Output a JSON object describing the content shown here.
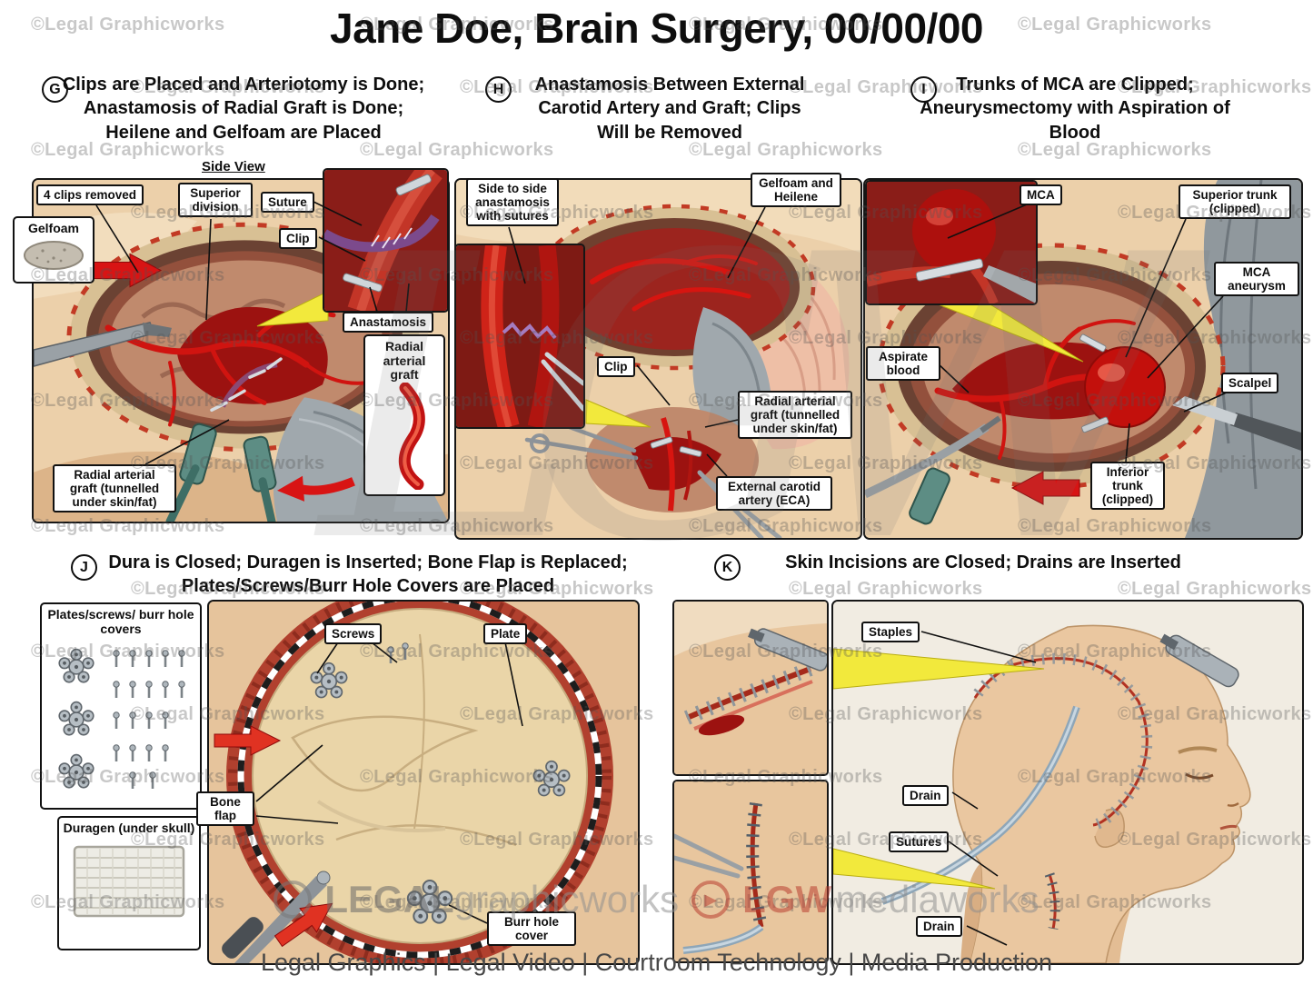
{
  "title": "Jane Doe, Brain Surgery, 00/00/00",
  "footer_tagline": "Legal Graphics | Legal Video | Courtroom Technology | Media Production",
  "watermark": {
    "tile_text": "©Legal Graphicworks",
    "monogram": "LGW",
    "brand_legal": "LEGAL",
    "brand_graphicworks": "graphicworks",
    "brand_lgw": "LGW",
    "brand_mediaworks": "mediaworks"
  },
  "panels": {
    "g": {
      "letter": "G",
      "caption": "Clips are Placed and Arteriotomy is Done; Anastamosis of Radial Graft is Done; Heilene and Gelfoam are Placed",
      "inset_title": "Side View",
      "labels": {
        "clips_removed": "4 clips removed",
        "superior_division": "Superior division",
        "suture": "Suture",
        "clip": "Clip",
        "gelfoam": "Gelfoam",
        "anastamosis": "Anastamosis",
        "radial_graft": "Radial arterial graft",
        "radial_graft_tunnelled": "Radial arterial graft (tunnelled under skin/fat)"
      }
    },
    "h": {
      "letter": "H",
      "caption": "Anastamosis Between External Carotid Artery and Graft; Clips Will be Removed",
      "labels": {
        "side_to_side": "Side to side anastamosis with sutures",
        "gelfoam_heilene": "Gelfoam and Heilene",
        "clip": "Clip",
        "radial_graft_tunnelled": "Radial arterial graft (tunnelled under skin/fat)",
        "external_carotid": "External carotid artery (ECA)"
      }
    },
    "i": {
      "letter": "I",
      "caption": "Trunks of MCA are Clipped; Aneurysmectomy with Aspiration of Blood",
      "labels": {
        "mca": "MCA",
        "superior_trunk": "Superior trunk (clipped)",
        "mca_aneurysm": "MCA aneurysm",
        "aspirate_blood": "Aspirate blood",
        "scalpel": "Scalpel",
        "inferior_trunk": "Inferior trunk (clipped)"
      }
    },
    "j": {
      "letter": "J",
      "caption": "Dura is Closed; Duragen is Inserted; Bone Flap is Replaced; Plates/Screws/Burr Hole Covers are Placed",
      "labels": {
        "plates_screws": "Plates/screws/ burr hole covers",
        "screws": "Screws",
        "plate": "Plate",
        "bone_flap": "Bone flap",
        "duragen": "Duragen (under skull)",
        "burr_hole_cover": "Burr hole cover"
      }
    },
    "k": {
      "letter": "K",
      "caption": "Skin Incisions are Closed; Drains are Inserted",
      "labels": {
        "staples": "Staples",
        "drain_upper": "Drain",
        "sutures": "Sutures",
        "drain_lower": "Drain"
      }
    }
  }
}
